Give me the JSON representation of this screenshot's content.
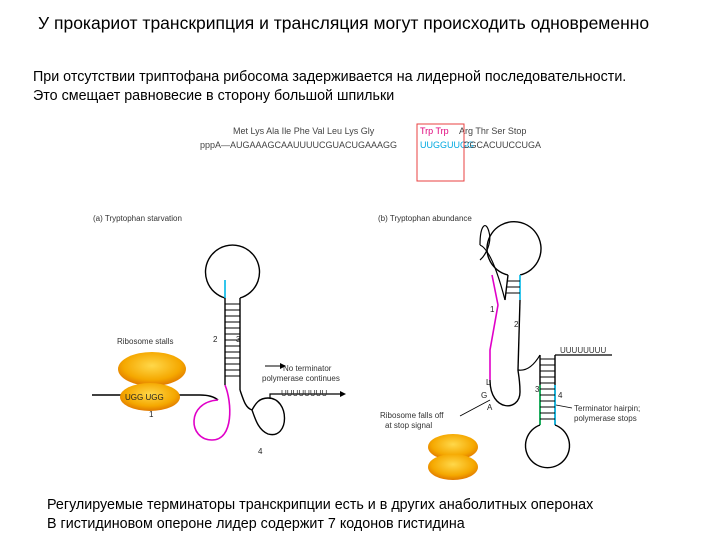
{
  "title": "У прокариот транскрипция и трансляция могут происходить одновременно",
  "intro": {
    "line1": "При отсутствии триптофана рибосома задерживается на лидерной последовательности.",
    "line2": "Это смещает равновесие в сторону большой шпильки"
  },
  "sequence": {
    "aa_before": "Met Lys Ala Ile Phe Val Leu Lys Gly",
    "aa_trp": "Trp Trp",
    "aa_after": "Arg Thr Ser Stop",
    "rna_before": "pppA—AUGAAAGCAAUUUUCGUACUGAAAGG",
    "rna_trp": "UUGGUUGG",
    "rna_after": "CGCACUUCCUGA"
  },
  "panel_a": {
    "label": "(a) Tryptophan starvation",
    "ribosome": "Ribosome stalls",
    "ribosome_site": "UGG UGG",
    "num_1": "1",
    "num_2": "2",
    "num_3": "3",
    "num_4": "4",
    "no_term_line1": "No terminator",
    "no_term_line2": "polymerase continues",
    "u_stretch": "UUUUUUUU"
  },
  "panel_b": {
    "label": "(b) Tryptophan abundance",
    "num_1": "1",
    "num_2": "2",
    "num_3": "3",
    "num_4": "4",
    "u_stretch": "UUUUUUUU",
    "letter_l": "L",
    "letter_g": "G",
    "letter_a": "A",
    "falls_line1": "Ribosome falls off",
    "falls_line2": "at stop signal",
    "term_line1": "Terminator hairpin;",
    "term_line2": "polymerase stops"
  },
  "footer": {
    "line1": "Регулируемые терминаторы транскрипции есть и в других анаболитных оперонах",
    "line2": "В гистидиновом опероне лидер содержит 7 кодонов гистидина"
  },
  "colors": {
    "trp_codons": "#e0007a",
    "trp_rna": "#00a8e0",
    "highlight_box": "#e84040",
    "ribosome": "#f5a800",
    "ribosome_dark": "#e07800",
    "strand": "#000000",
    "region_cyan": "#00b8e8",
    "region_magenta": "#e000c8",
    "region_green": "#00b050"
  }
}
